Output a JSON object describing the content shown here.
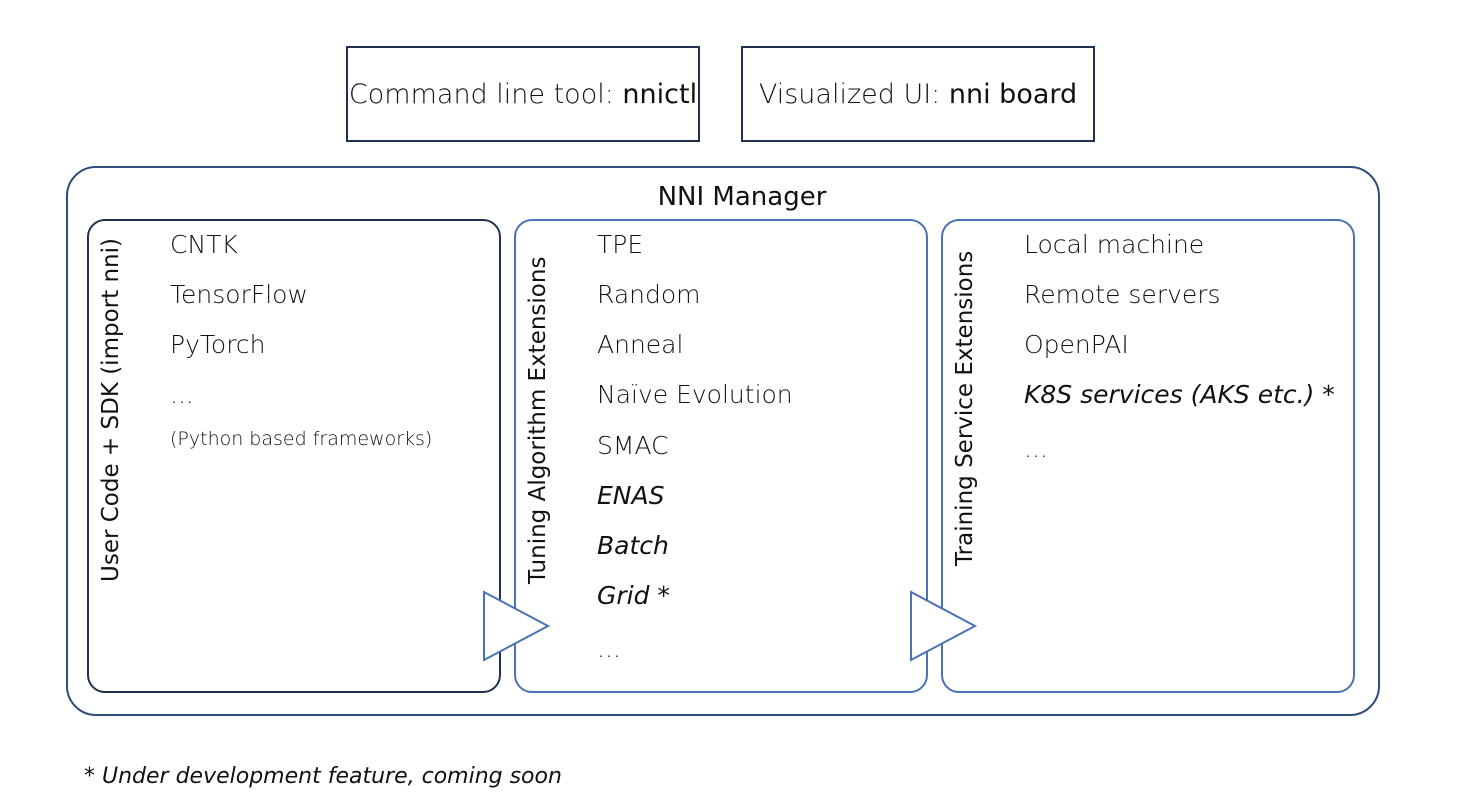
{
  "tools": [
    {
      "prefix": "Command line tool: ",
      "name": "nnictl"
    },
    {
      "prefix": "Visualized UI: ",
      "name": "nni board"
    }
  ],
  "manager_title": "NNI Manager",
  "panels": [
    {
      "label": "User Code + SDK (import nni)",
      "items": [
        "CNTK",
        "TensorFlow",
        "PyTorch",
        "..."
      ],
      "note": "(Python based frameworks)"
    },
    {
      "label": "Tuning Algorithm Extensions",
      "items": [
        "TPE",
        "Random",
        "Anneal",
        "Naïve Evolution",
        "SMAC",
        "ENAS",
        "Batch",
        "Grid *",
        "..."
      ]
    },
    {
      "label": "Training Service Extensions",
      "items": [
        "Local machine",
        "Remote servers",
        "OpenPAI",
        "K8S services (AKS etc.) *",
        "..."
      ]
    }
  ],
  "footnote": "* Under development feature, coming soon",
  "colors": {
    "dark_border": "#1f3350",
    "blue_border": "#4a72b5",
    "arrow_fill": "#ffffff"
  }
}
